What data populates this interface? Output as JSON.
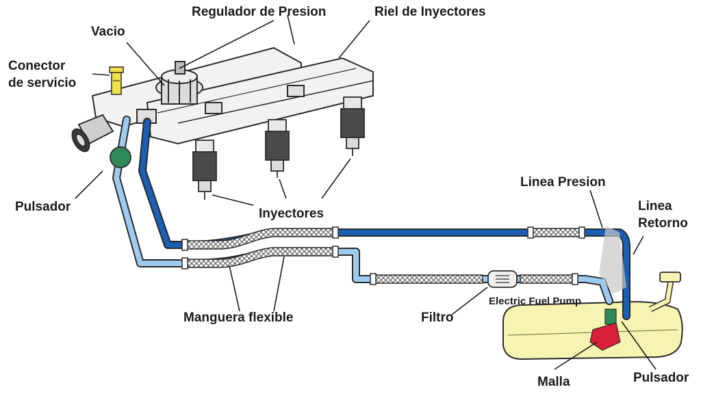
{
  "labels": {
    "regulador": "Regulador de Presion",
    "riel": "Riel de Inyectores",
    "vacio": "Vacio",
    "conector_1": "Conector",
    "conector_2": "de servicio",
    "pulsador_left": "Pulsador",
    "inyectores": "Inyectores",
    "linea_presion": "Linea Presion",
    "linea_retorno_1": "Linea",
    "linea_retorno_2": "Retorno",
    "manguera": "Manguera flexible",
    "filtro": "Filtro",
    "electric_pump": "Electric Fuel Pump",
    "malla": "Malla",
    "pulsador_right": "Pulsador"
  },
  "colors": {
    "pressure_line": "#1a5fb4",
    "return_line": "#9ecbf0",
    "line_outline": "#2a2a2a",
    "pulsador": "#2e8b57",
    "tank": "#f7f3b0",
    "pump": "#d8203a",
    "service_connector": "#f2e24a"
  }
}
